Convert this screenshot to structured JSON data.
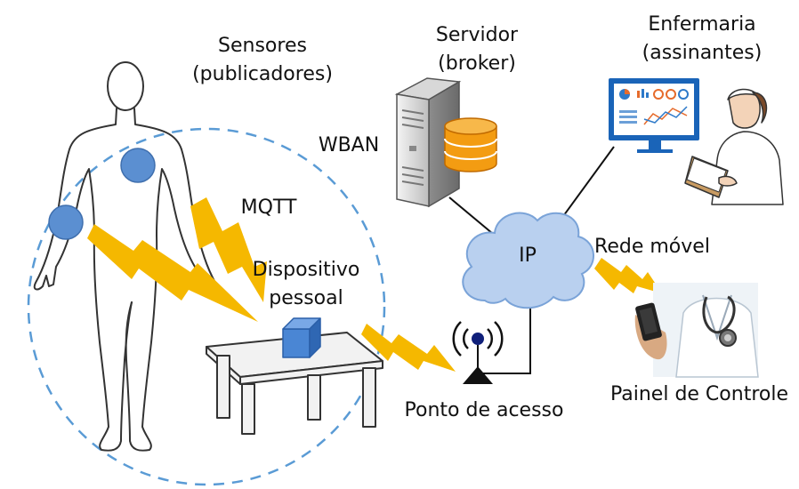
{
  "labels": {
    "sensors": [
      "Sensores",
      "(publicadores)"
    ],
    "server": [
      "Servidor",
      "(broker)"
    ],
    "nursing": [
      "Enfermaria",
      "(assinantes)"
    ],
    "wban": "WBAN",
    "mqtt": "MQTT",
    "device": [
      "Dispositivo",
      "pessoal"
    ],
    "ip": "IP",
    "mobile_network": "Rede móvel",
    "access_point": "Ponto de acesso",
    "control_panel": "Painel de Controle"
  },
  "colors": {
    "sensor_blue": "#5b8fd1",
    "wban_dashed": "#5a9bd5",
    "lightning": "#f5b800",
    "cloud": "#b9d0ef",
    "cloud_stroke": "#7aa3d8",
    "database": "#f39c12",
    "device_cube": "#3f7fd0",
    "monitor": "#1a64b8"
  },
  "icons": [
    "human-body-outline-icon",
    "sensor-node-icon",
    "lightning-bolt-icon",
    "server-icon",
    "database-icon",
    "cloud-icon",
    "monitor-icon",
    "nurse-icon",
    "doctor-phone-icon",
    "table-icon",
    "device-cube-icon",
    "antenna-icon"
  ]
}
